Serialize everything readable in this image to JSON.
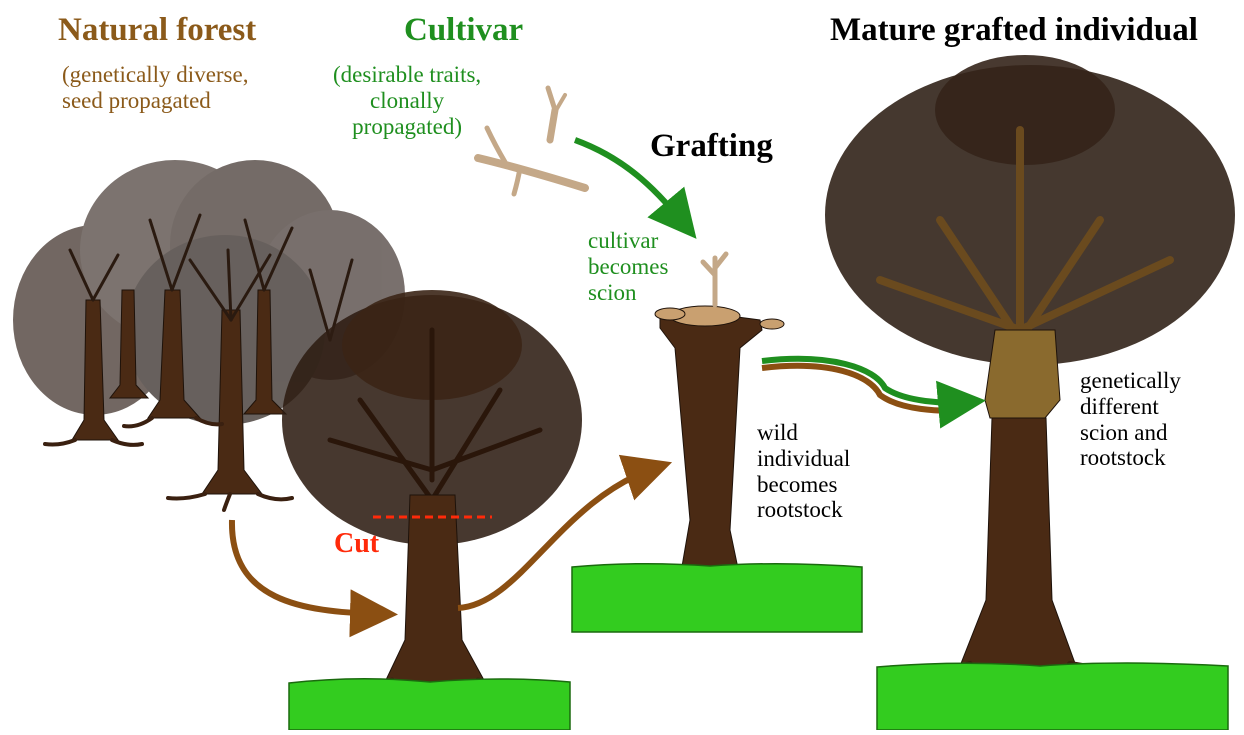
{
  "labels": {
    "natural_forest_title": "Natural forest",
    "natural_forest_desc": "(genetically diverse,\nseed propagated",
    "cultivar_title": "Cultivar",
    "cultivar_desc": "(desirable traits,\nclonally\npropagated)",
    "grafting": "Grafting",
    "scion_note": "cultivar\nbecomes\nscion",
    "mature_title": "Mature grafted individual",
    "rootstock_note": "wild\nindividual\nbecomes\nrootstock",
    "genetic_note": "genetically\ndifferent\nscion and\nrootstock",
    "cut": "Cut"
  },
  "colors": {
    "forest_brown": "#8b5a1a",
    "cultivar_green": "#1f8f1f",
    "cut_red": "#ff2a0a",
    "bark": "#4a2a14",
    "scion_bark": "#8a6a2e",
    "grass": "#33cc1f",
    "twig": "#c4a888"
  },
  "icons": [
    "forest-trees",
    "cultivar-twigs",
    "wild-tree",
    "cut-line",
    "grafted-stump",
    "scion-twig",
    "mature-grafted-tree",
    "arrow-forest-to-tree",
    "arrow-tree-to-stump",
    "arrow-cultivar-to-stump",
    "arrow-stump-to-mature"
  ]
}
